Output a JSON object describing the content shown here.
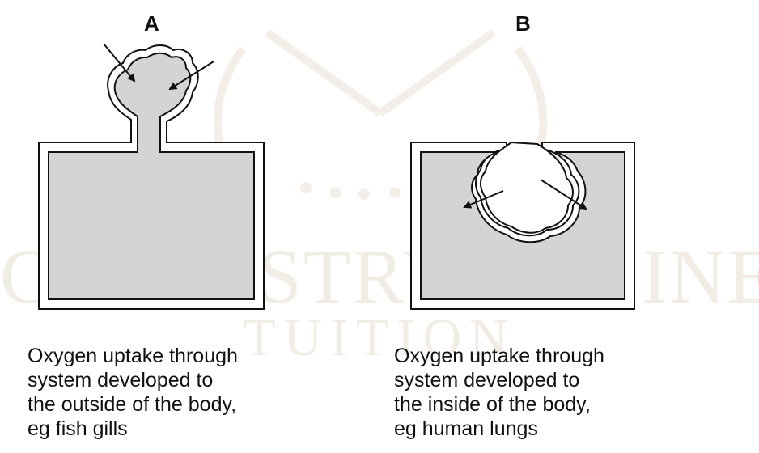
{
  "diagram": {
    "panels": [
      {
        "label": "A",
        "caption": [
          "Oxygen uptake through",
          "system developed to",
          "the outside of the body,",
          "eg fish gills"
        ]
      },
      {
        "label": "B",
        "caption": [
          "Oxygen uptake through",
          "system developed to",
          "the inside of the body,",
          "eg human lungs"
        ]
      }
    ],
    "watermark": [
      "CHEMISTRY ONLINE",
      "TUITION"
    ],
    "colors": {
      "fill": "#d4d4d4",
      "outline": "#111111",
      "watermark": "#f1ece4"
    }
  }
}
